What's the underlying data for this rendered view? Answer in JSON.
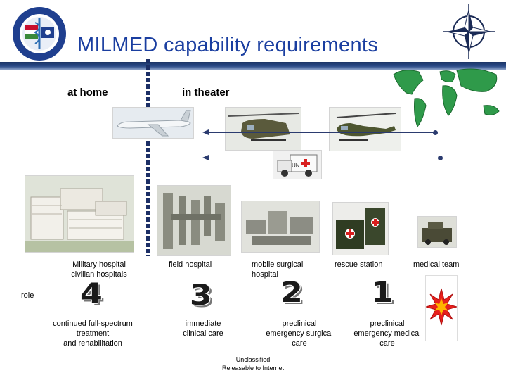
{
  "header": {
    "title": "MILMED capability requirements"
  },
  "sections": {
    "home": "at home",
    "theater": "in theater"
  },
  "row_label": "role",
  "facilities": [
    {
      "name": "Military hospital civilian hospitals",
      "role": "4",
      "care": "continued full-spectrum treatment and rehabilitation"
    },
    {
      "name": "field hospital",
      "role": "3",
      "care": "immediate clinical care"
    },
    {
      "name": "mobile surgical hospital",
      "role": "2",
      "care": "preclinical emergency surgical care"
    },
    {
      "name": "rescue station",
      "role": "1",
      "care": "preclinical emergency medical care"
    },
    {
      "name": "medical team",
      "role": "",
      "care": ""
    }
  ],
  "labels": {
    "hosp_l1": "Military hospital",
    "hosp_l2": "civilian hospitals",
    "field": "field hospital",
    "mobile_l1": "mobile surgical",
    "mobile_l2": "hospital",
    "rescue": "rescue station",
    "team": "medical team",
    "care4_l1": "continued full-spectrum",
    "care4_l2": "treatment",
    "care4_l3": "and rehabilitation",
    "care3_l1": "immediate",
    "care3_l2": "clinical care",
    "care2_l1": "preclinical",
    "care2_l2": "emergency surgical",
    "care2_l3": "care",
    "care1_l1": "preclinical",
    "care1_l2": "emergency medical",
    "care1_l3": "care"
  },
  "vehicle_markings": {
    "un": "UN"
  },
  "footer": {
    "line1": "Unclassified",
    "line2": "Releasable to Internet"
  },
  "colors": {
    "title": "#1a3ea0",
    "banner": "#1c3566",
    "arrow": "#2b3b6f",
    "map": "#2f9a4a"
  }
}
